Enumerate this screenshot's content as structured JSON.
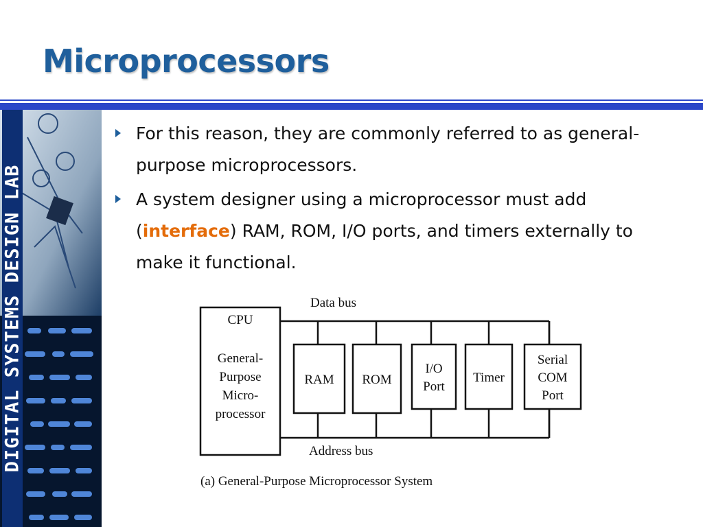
{
  "slide": {
    "title": "Microprocessors",
    "side_banner_text": "DIGITAL SYSTEMS DESIGN LAB",
    "bullets": [
      {
        "text": "For this reason, they are commonly referred to as general-purpose microprocessors."
      },
      {
        "before": " A system designer using a microprocessor must add (",
        "highlight": "interface",
        "after": ") RAM, ROM, I/O ports, and timers externally to make it functional."
      }
    ],
    "colors": {
      "title": "#1f5f9c",
      "rule": "#2b47c8",
      "highlight": "#e46c0a"
    }
  },
  "diagram": {
    "data_bus_label": "Data bus",
    "address_bus_label": "Address bus",
    "cpu": {
      "label": "CPU",
      "lines": [
        "General-",
        "Purpose",
        "Micro-",
        "processor"
      ]
    },
    "blocks": [
      {
        "lines": [
          "RAM"
        ]
      },
      {
        "lines": [
          "ROM"
        ]
      },
      {
        "lines": [
          "I/O",
          "Port"
        ]
      },
      {
        "lines": [
          "Timer"
        ]
      },
      {
        "lines": [
          "Serial",
          "COM",
          "Port"
        ]
      }
    ],
    "caption": "(a) General-Purpose Microprocessor System"
  }
}
